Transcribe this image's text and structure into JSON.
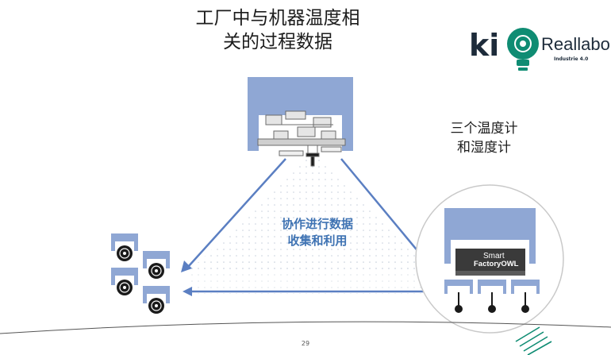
{
  "title": {
    "line1": "工厂中与机器温度相",
    "line2": "关的过程数据"
  },
  "center_label": {
    "line1": "协作进行数据",
    "line2": "收集和利用"
  },
  "sensor_label": {
    "line1": "三个温度计",
    "line2": "和湿度计"
  },
  "logo": {
    "mark": "ki",
    "name": "Reallabor",
    "subtitle": "Industrie 4.0"
  },
  "device_label": {
    "line1": "Smart",
    "line2": "FactoryOWL"
  },
  "page_number": "29",
  "colors": {
    "box_blue": "#8fa7d4",
    "arrow_blue": "#5b7fc2",
    "label_blue": "#3f73b3",
    "logo_green": "#0f8c73",
    "device_dark": "#3a3a3a"
  },
  "icons": [
    "machine-icon",
    "thermometer-icon",
    "factory-line-icon",
    "reallabor-lightbulb-icon"
  ]
}
